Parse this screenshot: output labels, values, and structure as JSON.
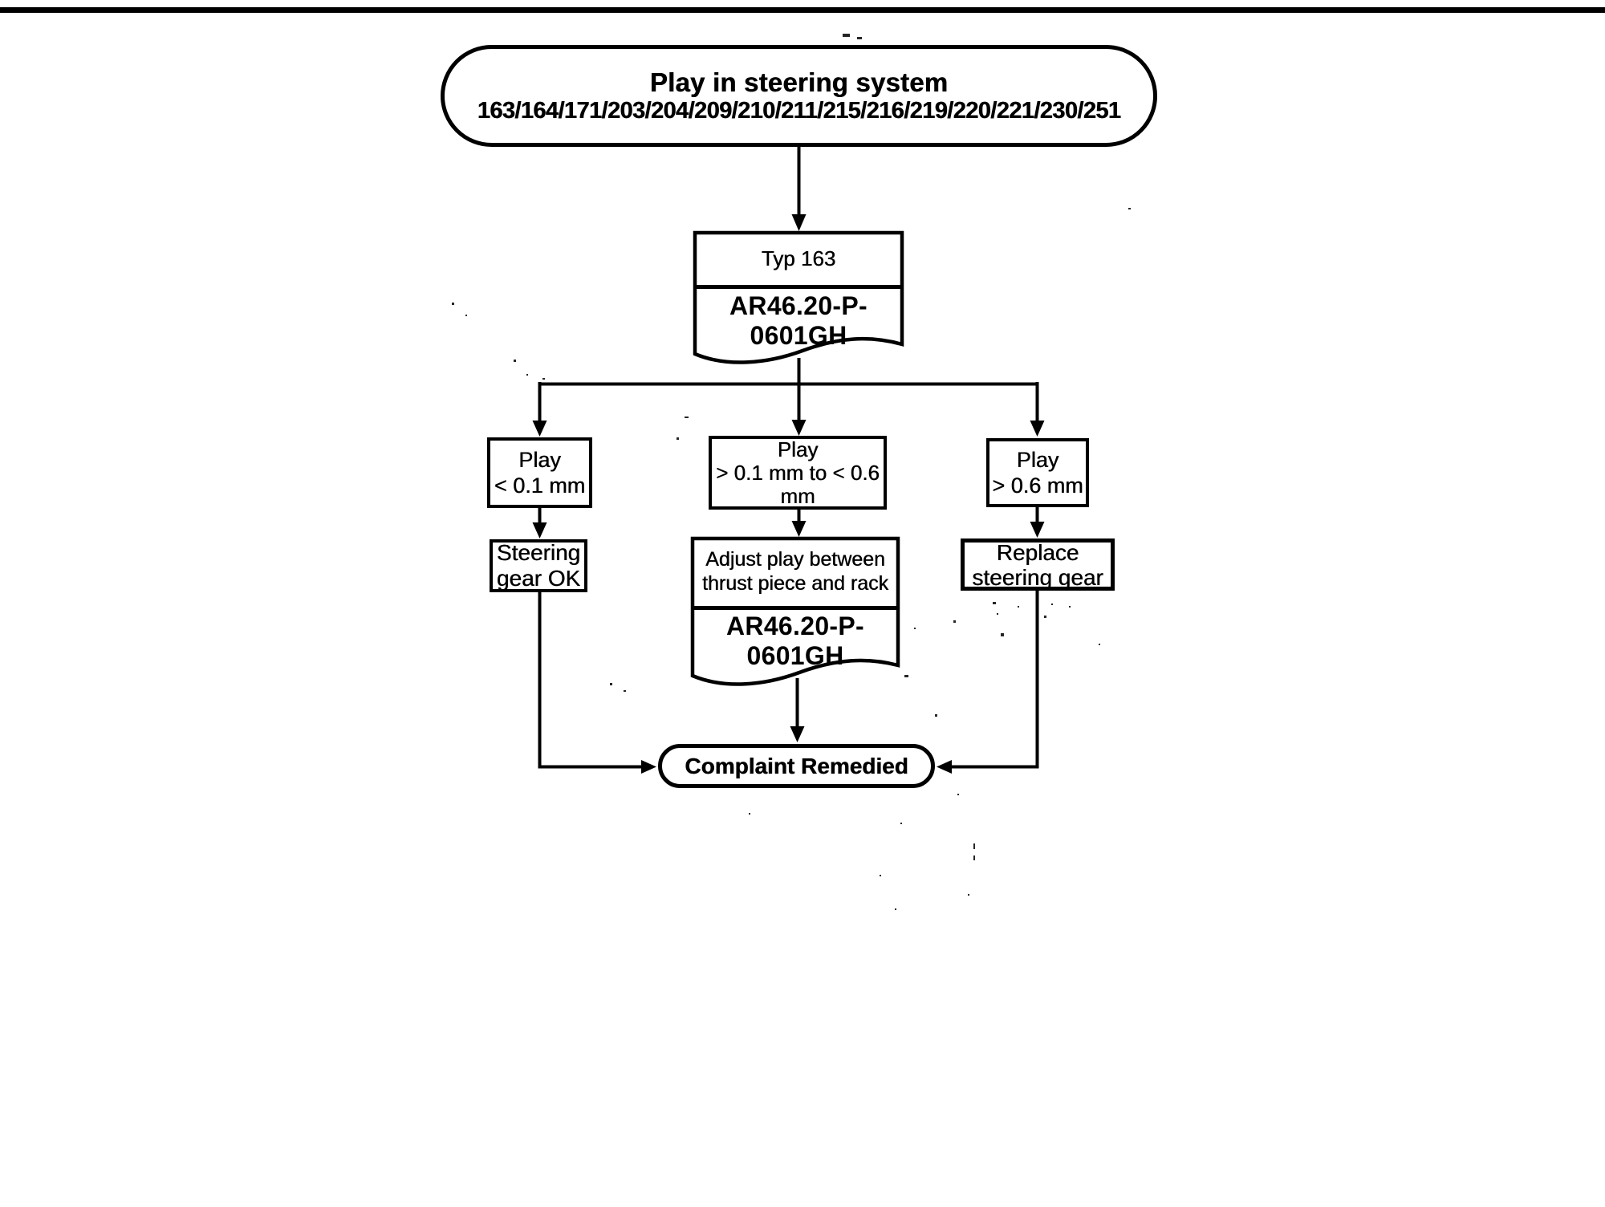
{
  "colors": {
    "ink": "#000000",
    "paper": "#ffffff"
  },
  "flowchart": {
    "start": {
      "title": "Play in steering system",
      "models": "163/164/171/203/204/209/210/211/215/216/219/220/221/230/251"
    },
    "type_document": {
      "type_label": "Typ 163",
      "ref_line1": "AR46.20-P-",
      "ref_line2": "0601GH"
    },
    "branches": [
      {
        "line1": "Play",
        "line2": "< 0.1 mm"
      },
      {
        "line1": "Play",
        "line2": "> 0.1 mm to < 0.6",
        "line3": "mm"
      },
      {
        "line1": "Play",
        "line2": "> 0.6 mm"
      }
    ],
    "outcomes": {
      "ok": {
        "line1": "Steering",
        "line2": "gear OK"
      },
      "adjust": {
        "line1": "Adjust play between",
        "line2": "thrust piece and rack",
        "ref_line1": "AR46.20-P-",
        "ref_line2": "0601GH"
      },
      "replace": {
        "line1": "Replace",
        "line2": "steering gear"
      }
    },
    "end": {
      "label": "Complaint Remedied"
    }
  }
}
